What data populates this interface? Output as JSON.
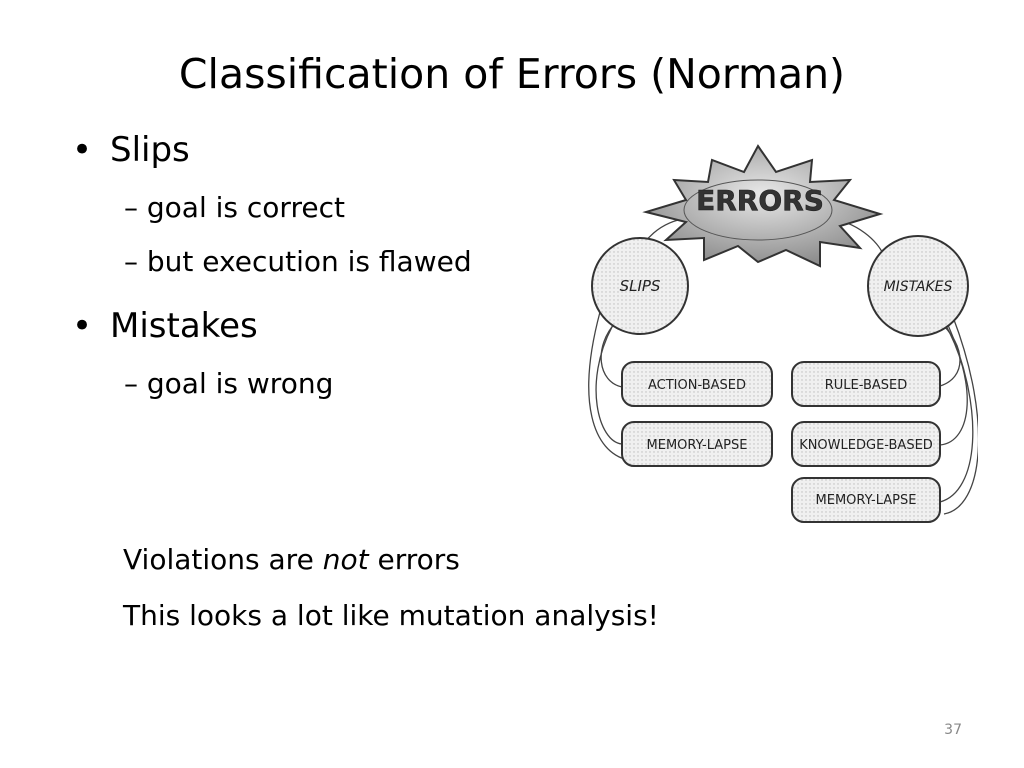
{
  "slide": {
    "title": "Classification of Errors (Norman)",
    "page_number": "37"
  },
  "bullets": [
    {
      "text": "Slips",
      "subitems": [
        "– goal is correct",
        "– but execution is flawed"
      ]
    },
    {
      "text": "Mistakes",
      "subitems": [
        "– goal is wrong"
      ]
    }
  ],
  "notes": {
    "line1_before": "Violations are ",
    "line1_emph": "not",
    "line1_after": " errors",
    "line2": "This looks a lot like mutation analysis!"
  },
  "diagram": {
    "root": "ERRORS",
    "slips": "SLIPS",
    "mistakes": "MISTAKES",
    "slip_types": [
      "ACTION-BASED",
      "MEMORY-LAPSE"
    ],
    "mistake_types": [
      "RULE-BASED",
      "KNOWLEDGE-BASED",
      "MEMORY-LAPSE"
    ]
  }
}
